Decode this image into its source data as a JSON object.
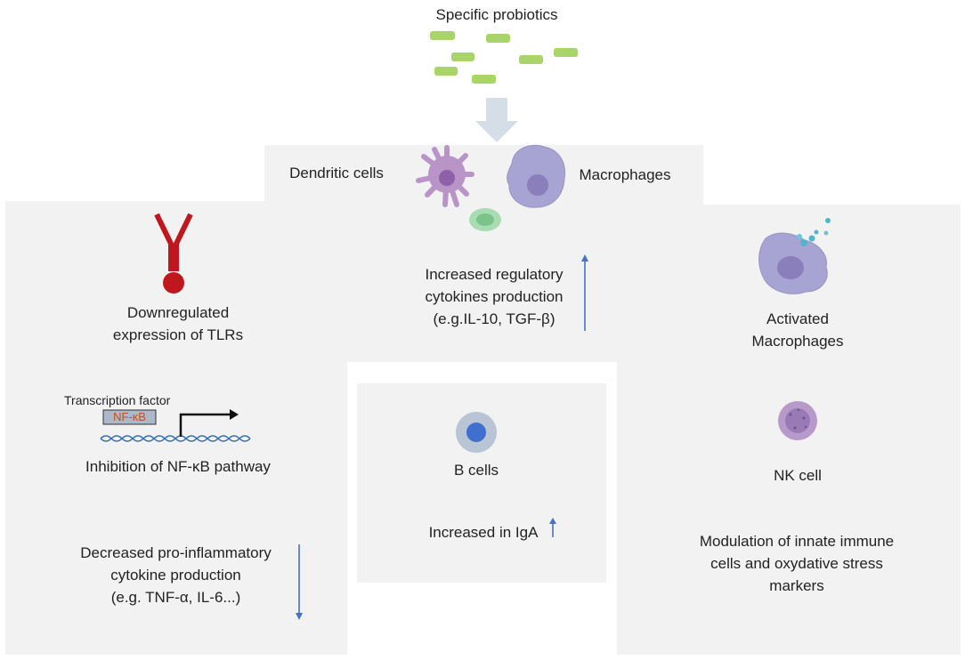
{
  "top": {
    "title": "Specific probiotics"
  },
  "center": {
    "dendritic_label": "Dendritic cells",
    "macrophages_label": "Macrophages",
    "regulatory_text": [
      "Increased regulatory",
      "cytokines production",
      "(e.g.IL-10, TGF-β)"
    ]
  },
  "left": {
    "tlr_text": [
      "Downregulated",
      "expression of TLRs"
    ],
    "transcription_label": "Transcription factor",
    "nfkb_box_label": "NF-κB",
    "nfkb_text": "Inhibition of NF-κB pathway",
    "proinflam_text": [
      "Decreased pro-inflammatory",
      "cytokine production",
      "(e.g. TNF-α, IL-6...)"
    ]
  },
  "middle": {
    "bcells_label": "B cells",
    "iga_text": "Increased in IgA"
  },
  "right": {
    "activated_text": [
      "Activated",
      "Macrophages"
    ],
    "nk_label": "NK cell",
    "modulation_text": [
      "Modulation of innate immune",
      "cells and oxydative stress",
      "markers"
    ]
  },
  "colors": {
    "panel": "#f2f2f2",
    "probiotic": "#a9d46a",
    "down_arrow": "#d5dde6",
    "receptor": "#c0171f",
    "dendritic": "#b894c8",
    "macrophage": "#a7a3d2",
    "macrophage_nucleus": "#8a7fbb",
    "green_cell": "#8ccf9b",
    "b_cell": "#b9c4d4",
    "b_nucleus": "#3f6fcf",
    "nk_cell": "#b79ac9",
    "arrow_blue": "#4472c4"
  }
}
